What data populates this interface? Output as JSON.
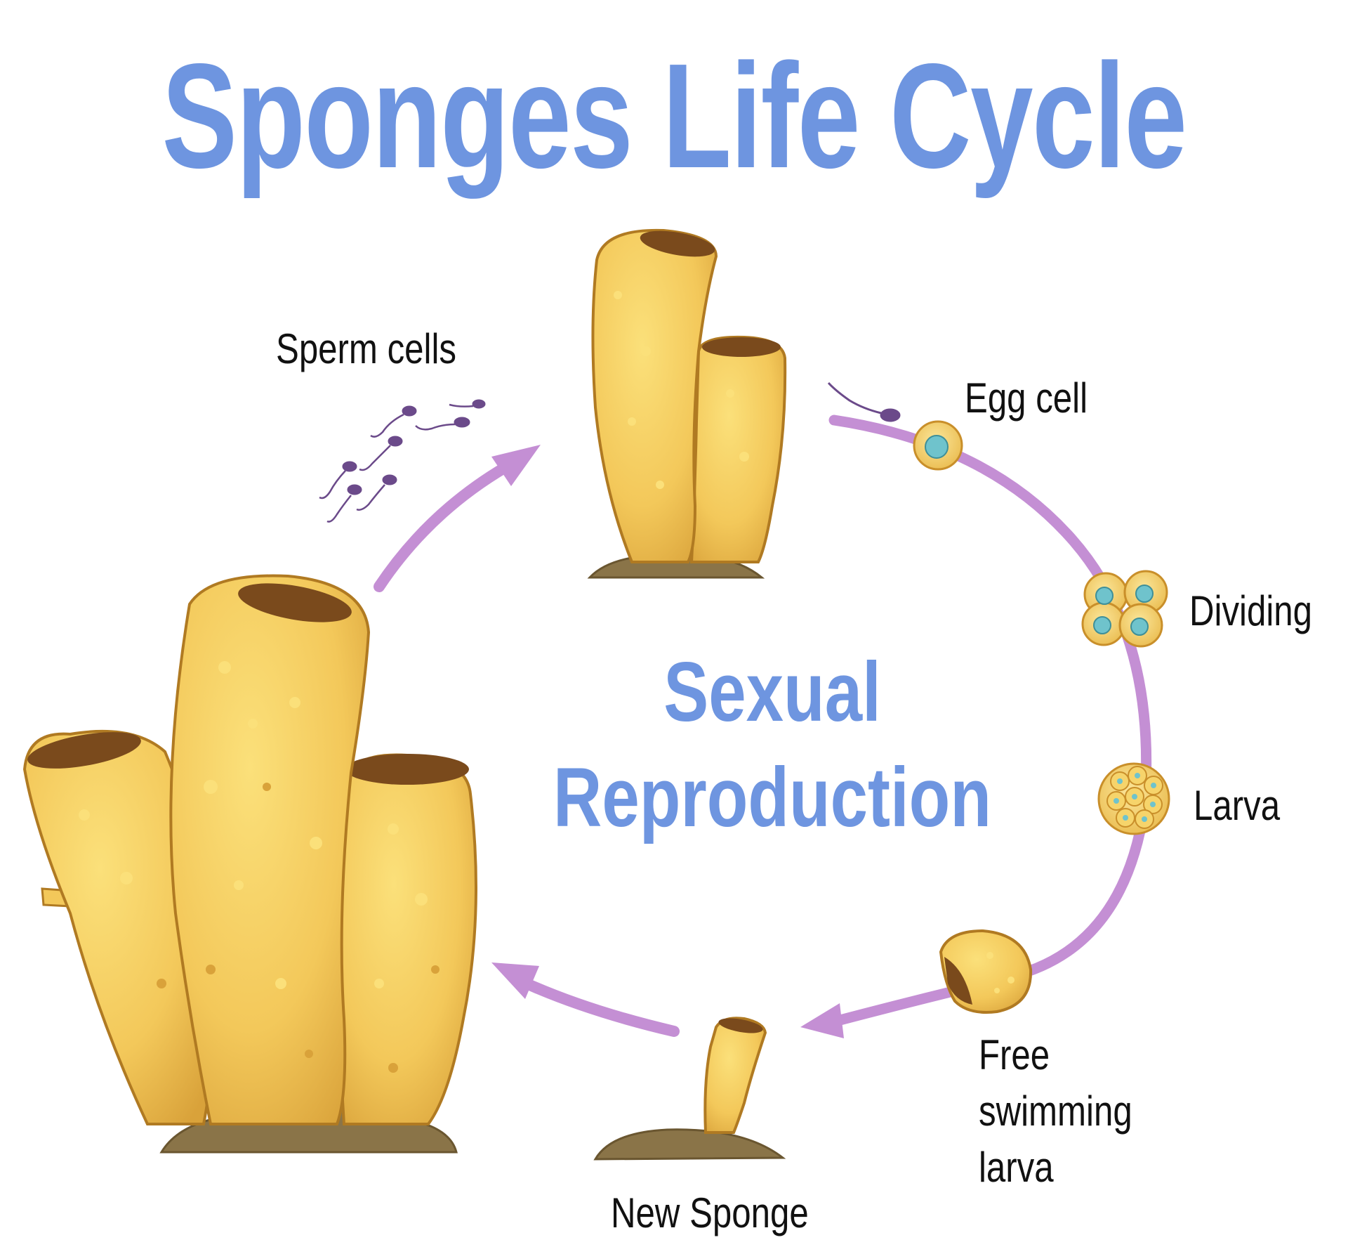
{
  "title": "Sponges Life Cycle",
  "center_label": {
    "line1": "Sexual",
    "line2": "Reproduction"
  },
  "stages": {
    "sperm_cells": "Sperm cells",
    "egg_cell": "Egg cell",
    "dividing": "Dividing",
    "larva": "Larva",
    "free_swimming_larva": [
      "Free",
      "swimming",
      "larva"
    ],
    "new_sponge": "New Sponge"
  },
  "colors": {
    "title": "#6e95e0",
    "cycle_arrow": "#c48fd4",
    "sponge_fill": "#f3c85a",
    "sponge_shade": "#d9a23a",
    "sponge_outline": "#b07a22",
    "cell_fill": "#f6d46b",
    "nucleus": "#6fc3cc",
    "sediment": "#8a7448",
    "sperm": "#6b4a8a"
  }
}
